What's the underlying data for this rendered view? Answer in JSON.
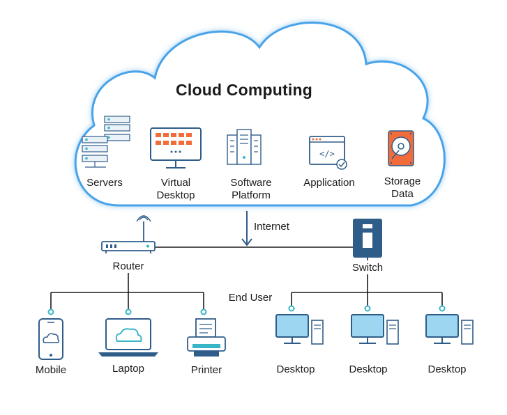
{
  "title": "Cloud Computing",
  "cloud_services": [
    {
      "label_lines": [
        "Servers"
      ],
      "icon": "servers-icon"
    },
    {
      "label_lines": [
        "Virtual",
        "Desktop"
      ],
      "icon": "virtual-desktop-icon"
    },
    {
      "label_lines": [
        "Software",
        "Platform"
      ],
      "icon": "software-platform-icon"
    },
    {
      "label_lines": [
        "Application"
      ],
      "icon": "application-icon"
    },
    {
      "label_lines": [
        "Storage",
        "Data"
      ],
      "icon": "storage-data-icon"
    }
  ],
  "network": {
    "internet_label": "Internet",
    "router_label": "Router",
    "switch_label": "Switch",
    "end_user_label": "End User"
  },
  "router_devices": [
    {
      "label": "Mobile",
      "icon": "mobile-icon"
    },
    {
      "label": "Laptop",
      "icon": "laptop-icon"
    },
    {
      "label": "Printer",
      "icon": "printer-icon"
    }
  ],
  "switch_devices": [
    {
      "label": "Desktop",
      "icon": "desktop-icon"
    },
    {
      "label": "Desktop",
      "icon": "desktop-icon"
    },
    {
      "label": "Desktop",
      "icon": "desktop-icon"
    }
  ],
  "colors": {
    "cloud_glow": "#4aa3e8",
    "accent_blue": "#2f5d8a",
    "accent_orange": "#f26b3a",
    "accent_teal": "#38b6c8",
    "screen_blue": "#9dd6f0",
    "line": "#1a1a1a"
  }
}
